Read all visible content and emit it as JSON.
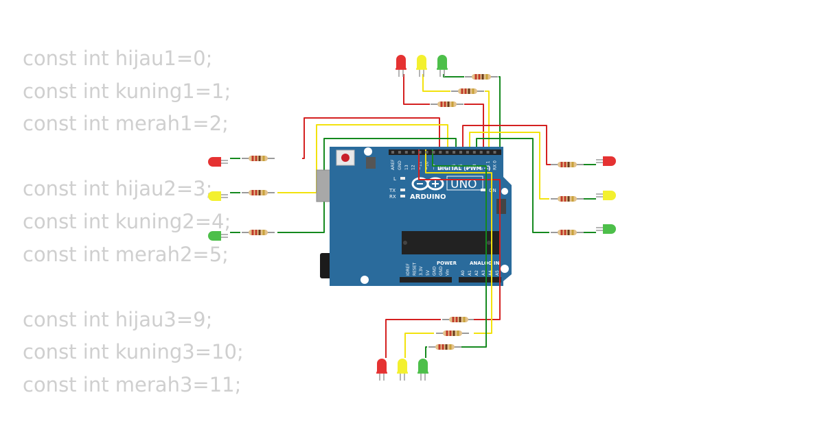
{
  "code_lines": [
    "const int hijau1=0;",
    "const int kuning1=1;",
    "const int merah1=2;",
    "",
    "const int hijau2=3;",
    "const int kuning2=4;",
    "const int merah2=5;",
    "",
    "const int hijau3=9;",
    "const int kuning3=10;",
    "const int merah3=11;"
  ],
  "board": {
    "brand": "ARDUINO",
    "model": "UNO",
    "digital_header": "DIGITAL (PWM ~)",
    "power_header": "POWER",
    "analog_header": "ANALOG IN",
    "on_label": "ON",
    "led_labels": {
      "l": "L",
      "tx": "TX",
      "rx": "RX"
    },
    "digital_pins": [
      "AREF",
      "GND",
      "13",
      "12",
      "~11",
      "~10",
      "~9",
      "8",
      "7",
      "~6",
      "~5",
      "4",
      "~3",
      "2",
      "TX 1",
      "RX 0"
    ],
    "power_pins": [
      "IOREF",
      "RESET",
      "3.3V",
      "5V",
      "GND",
      "GND",
      "Vin"
    ],
    "analog_pins": [
      "A0",
      "A1",
      "A2",
      "A3",
      "A4",
      "A5"
    ]
  },
  "colors": {
    "red_wire": "#d42020",
    "yellow_wire": "#f2e20c",
    "green_wire": "#14891e",
    "board": "#2a6b9c",
    "led_red": "#e53232",
    "led_yellow": "#f3f02e",
    "led_green": "#4dbf4a"
  }
}
